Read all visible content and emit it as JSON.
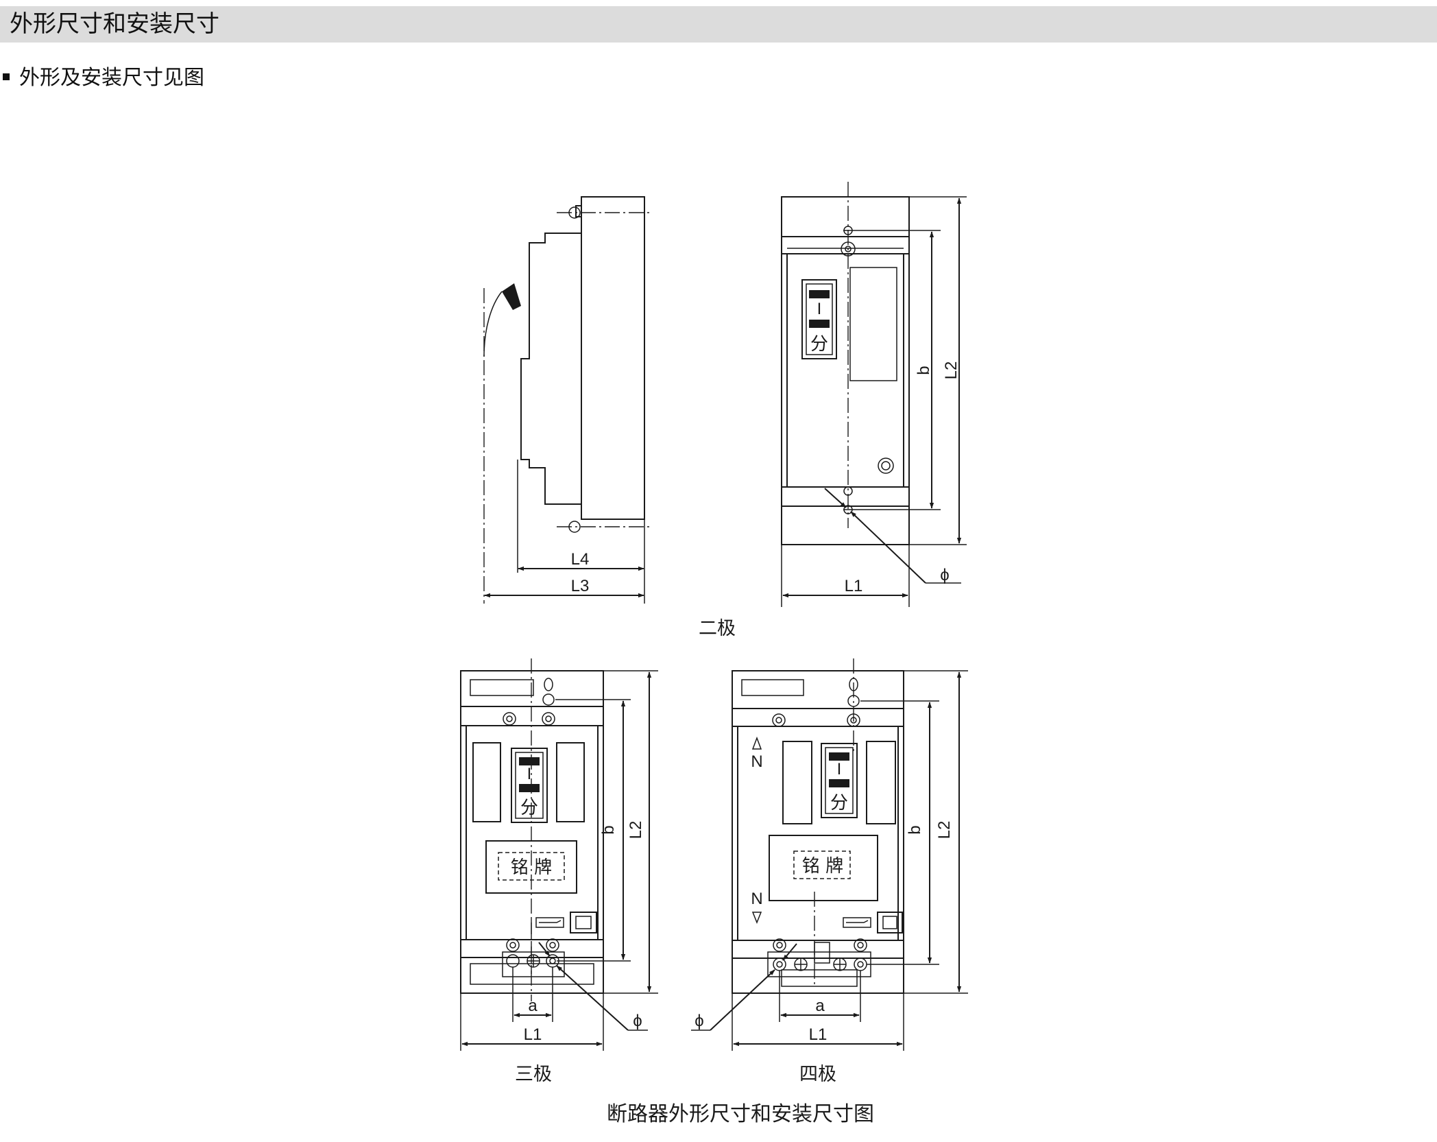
{
  "header": {
    "title": "外形尺寸和安装尺寸"
  },
  "intro": {
    "text": "外形及安装尺寸见图"
  },
  "two_pole": {
    "caption": "二极",
    "side_labels": {
      "L4": "L4",
      "L3": "L3"
    },
    "front_labels": {
      "L1": "L1",
      "b": "b",
      "L2": "L2",
      "phi": "ϕ"
    },
    "switch_labels": {
      "on": "I",
      "off": "分"
    }
  },
  "three_pole": {
    "caption": "三极",
    "labels": {
      "a": "a",
      "L1": "L1",
      "b": "b",
      "L2": "L2",
      "phi": "ϕ"
    },
    "nameplate": "铭 牌",
    "switch_labels": {
      "on": "I",
      "off": "分"
    }
  },
  "four_pole": {
    "caption": "四极",
    "labels": {
      "a": "a",
      "L1": "L1",
      "b": "b",
      "L2": "L2",
      "phi": "ϕ"
    },
    "nameplate": "铭 牌",
    "neutral_top": "N",
    "neutral_bottom": "N",
    "switch_labels": {
      "on": "I",
      "off": "分"
    }
  },
  "figure_caption": "断路器外形尺寸和安装尺寸图"
}
